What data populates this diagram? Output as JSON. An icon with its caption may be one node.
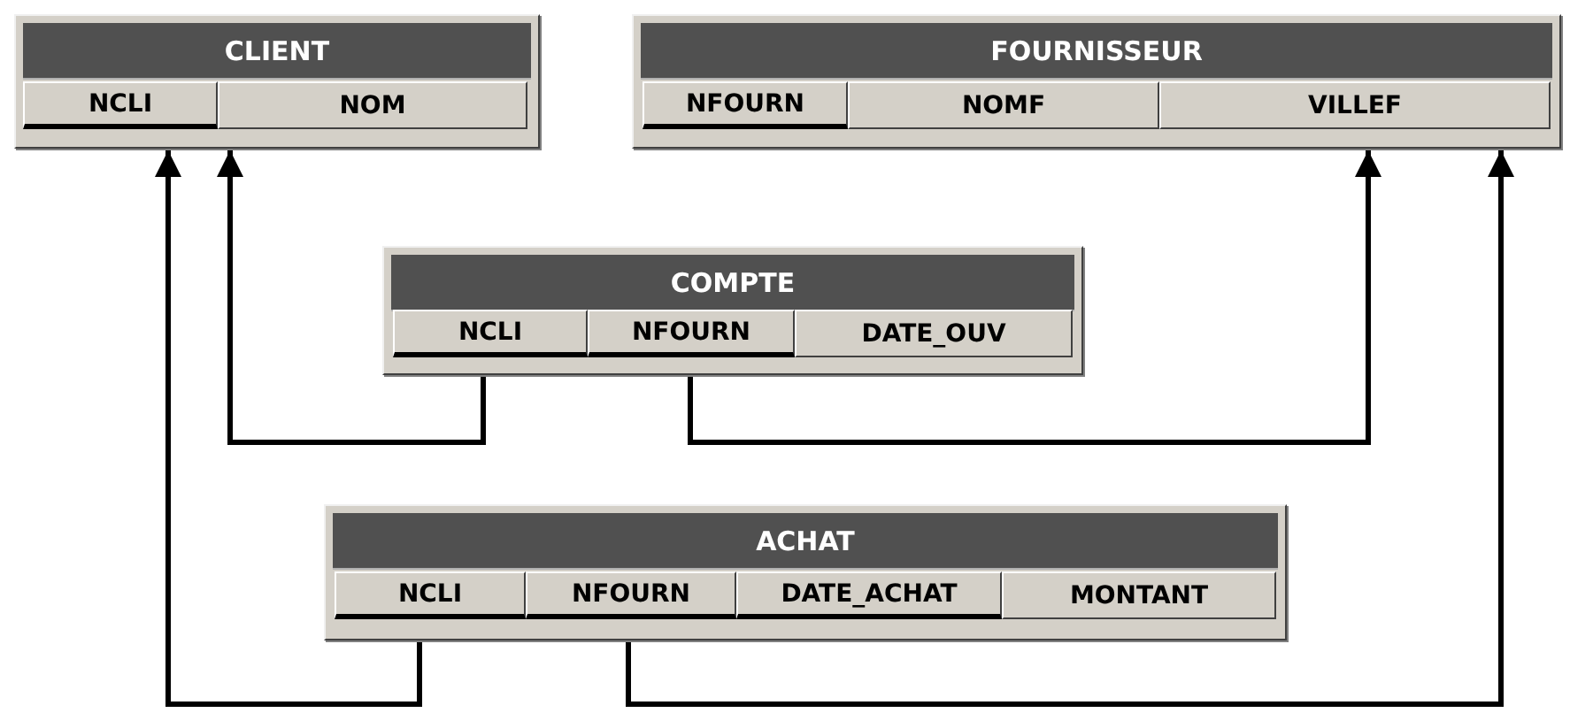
{
  "diagram": {
    "nodes": [
      {
        "text": [
          "CLIENT"
        ]
      },
      {
        "text": [
          "NCLI"
        ],
        "in": 0
      },
      {
        "text": [
          "NOM"
        ],
        "in": 0
      },
      {
        "text": [
          "FOURNISSEUR"
        ]
      },
      {
        "text": [
          "NFOURN"
        ],
        "in": 3
      },
      {
        "text": [
          "NOMF"
        ],
        "in": 3
      },
      {
        "text": [
          "VILLEF"
        ],
        "in": 3
      },
      {
        "text": [
          "COMPTE"
        ]
      },
      {
        "text": [
          "NCLI"
        ],
        "in": 7
      },
      {
        "text": [
          "NFOURN"
        ],
        "in": 7
      },
      {
        "text": [
          "DATE_OUV"
        ],
        "in": 7
      },
      {
        "text": [
          "ACHAT"
        ]
      },
      {
        "text": [
          "NCLI"
        ],
        "in": 11
      },
      {
        "text": [
          "NFOURN"
        ],
        "in": 11
      },
      {
        "text": [
          "DATE_ACHAT"
        ],
        "in": 11
      },
      {
        "text": [
          "MONTANT"
        ],
        "in": 11
      }
    ],
    "edges": [
      {
        "from": 8,
        "to": 0,
        "arrow": "to"
      },
      {
        "from": 9,
        "to": 3,
        "arrow": "to"
      },
      {
        "from": 12,
        "to": 0,
        "arrow": "to"
      },
      {
        "from": 13,
        "to": 3,
        "arrow": "to"
      }
    ]
  }
}
